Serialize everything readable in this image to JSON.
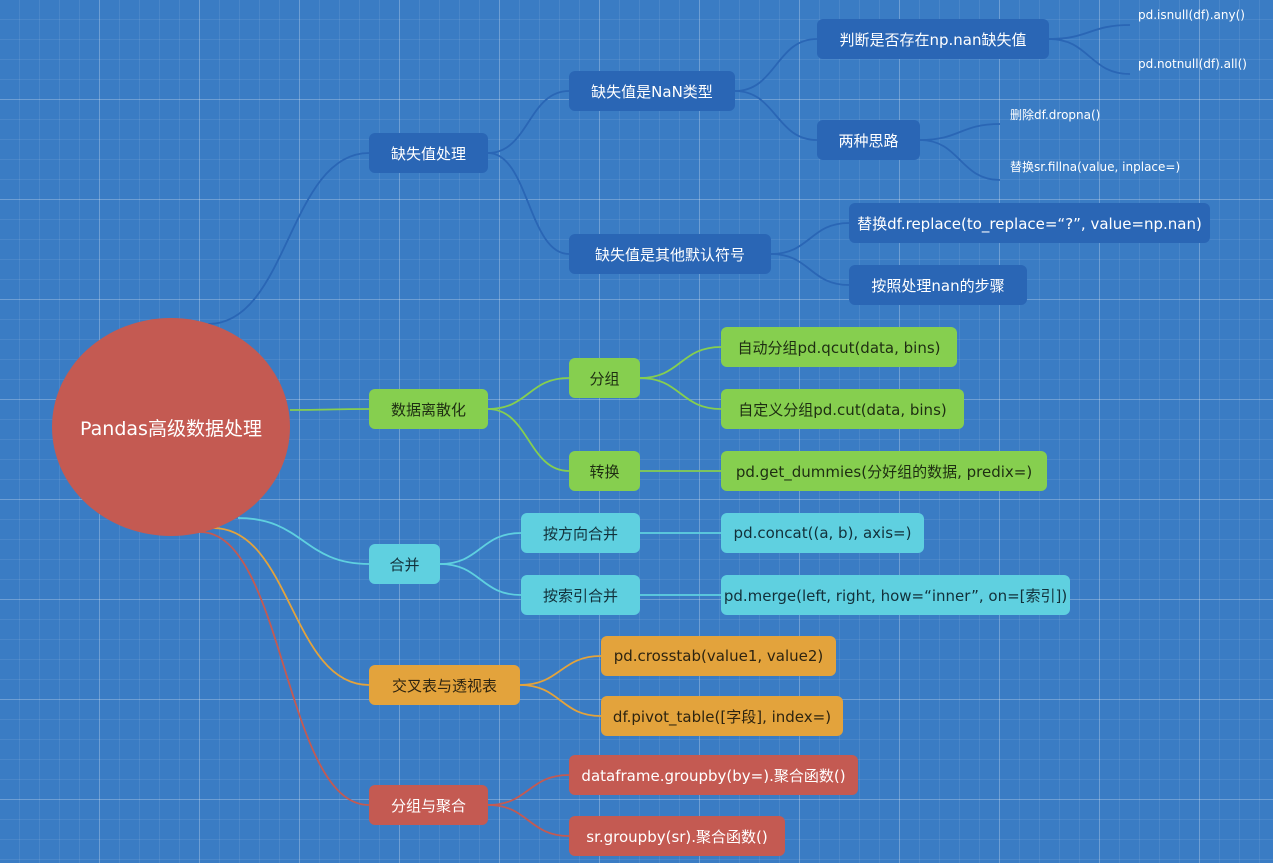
{
  "mindmap": {
    "root": "Pandas高级数据处理",
    "colors": {
      "blue_branch": "#2a66b5",
      "green_branch": "#86cf4f",
      "cyan_branch": "#5fd0e0",
      "orange_branch": "#e3a33c",
      "red_branch": "#c45a52",
      "background": "#3a7cc4"
    },
    "missing": {
      "label": "缺失值处理",
      "nan_type": {
        "label": "缺失值是NaN类型",
        "check": {
          "label": "判断是否存在np.nan缺失值",
          "isnull": "pd.isnull(df).any()",
          "notnull": "pd.notnull(df).all()"
        },
        "approaches": {
          "label": "两种思路",
          "drop": "删除df.dropna()",
          "fill": "替换sr.fillna(value, inplace=)"
        }
      },
      "other_symbol": {
        "label": "缺失值是其他默认符号",
        "replace": "替换df.replace(to_replace=“?”, value=np.nan)",
        "follow": "按照处理nan的步骤"
      }
    },
    "discretize": {
      "label": "数据离散化",
      "group": {
        "label": "分组",
        "qcut": "自动分组pd.qcut(data, bins)",
        "cut": "自定义分组pd.cut(data, bins)"
      },
      "convert": {
        "label": "转换",
        "dummies": "pd.get_dummies(分好组的数据, predix=)"
      }
    },
    "merge": {
      "label": "合并",
      "by_direction": {
        "label": "按方向合并",
        "concat": "pd.concat((a, b), axis=)"
      },
      "by_index": {
        "label": "按索引合并",
        "merge": "pd.merge(left, right, how=“inner”, on=[索引])"
      }
    },
    "crosstab": {
      "label": "交叉表与透视表",
      "crosstab": "pd.crosstab(value1, value2)",
      "pivot": "df.pivot_table([字段], index=)"
    },
    "groupby": {
      "label": "分组与聚合",
      "df_groupby": "dataframe.groupby(by=).聚合函数()",
      "sr_groupby": "sr.groupby(sr).聚合函数()"
    }
  }
}
